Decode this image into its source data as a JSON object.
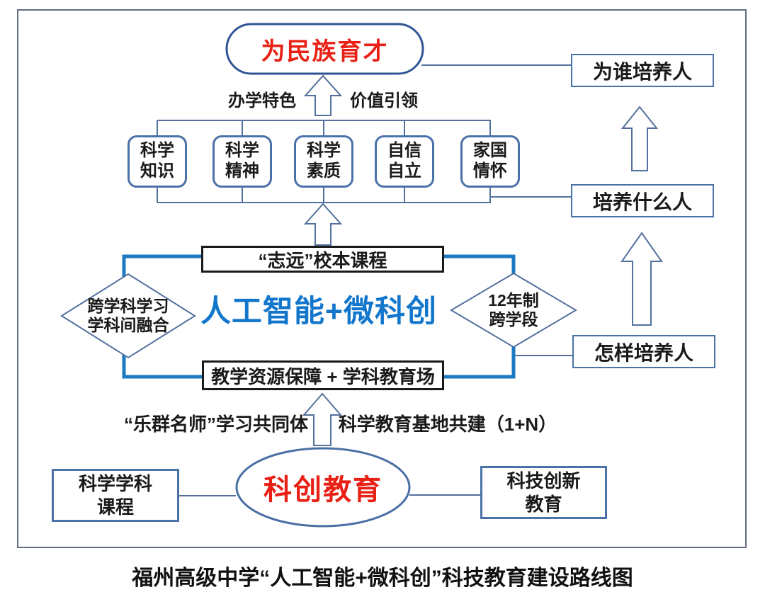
{
  "caption": "福州高级中学“人工智能+微科创”科技教育建设路线图",
  "colors": {
    "accent_blue_text": "#1277cc",
    "frame_blue": "#1b7ac2",
    "red_text": "#e82015",
    "connector_slate": "#54719e",
    "stadium_navy": "#2f5496",
    "outer_frame_gray": "#636e80"
  },
  "top": {
    "goal": "为民族育才",
    "feature_label": "办学特色",
    "value_label": "价值引领"
  },
  "qualities": [
    {
      "l1": "科学",
      "l2": "知识"
    },
    {
      "l1": "科学",
      "l2": "精神"
    },
    {
      "l1": "科学",
      "l2": "素质"
    },
    {
      "l1": "自信",
      "l2": "自立"
    },
    {
      "l1": "家国",
      "l2": "情怀"
    }
  ],
  "right_column": {
    "who_for": "为谁培养人",
    "what_person": "培养什么人",
    "how_cultivate": "怎样培养人"
  },
  "core": {
    "top_bar": "“志远”校本课程",
    "center": "人工智能+微科创",
    "bottom_bar": "教学资源保障 + 学科教育场",
    "left_diamond": {
      "l1": "跨学科学习",
      "l2": "学科间融合"
    },
    "right_diamond": {
      "l1": "12年制",
      "l2": "跨学段"
    }
  },
  "support": {
    "teacher_community": "“乐群名师”学习共同体",
    "science_base": "科学教育基地共建（1+N）"
  },
  "bottom": {
    "source": "科创教育",
    "left_box": {
      "l1": "科学学科",
      "l2": "课程"
    },
    "right_box": {
      "l1": "科技创新",
      "l2": "教育"
    }
  }
}
